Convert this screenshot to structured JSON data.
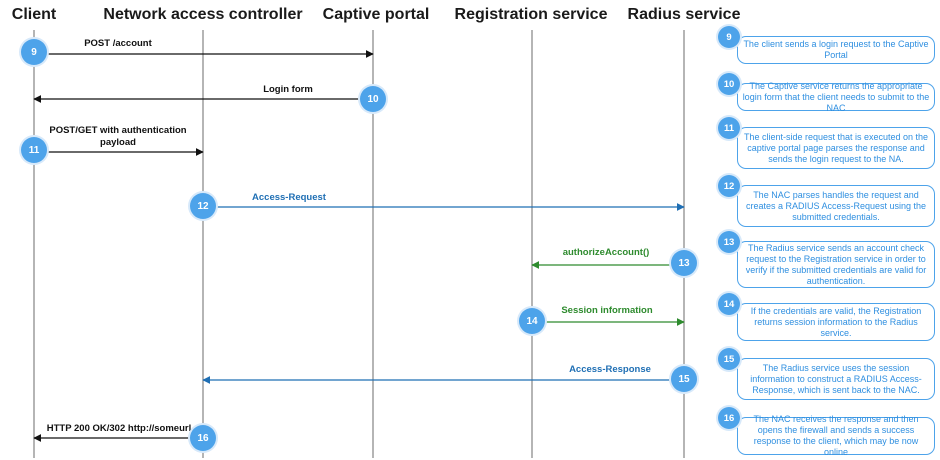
{
  "actors": {
    "client": "Client",
    "nac": "Network access controller",
    "portal": "Captive portal",
    "registration": "Registration service",
    "radius": "Radius service"
  },
  "messages": [
    {
      "step": "9",
      "label": "POST /account",
      "color": "#111111"
    },
    {
      "step": "10",
      "label": "Login form",
      "color": "#111111"
    },
    {
      "step": "11",
      "label": "POST/GET with authentication\npayload",
      "color": "#111111"
    },
    {
      "step": "12",
      "label": "Access-Request",
      "color": "#1f6fb4"
    },
    {
      "step": "13",
      "label": "authorizeAccount()",
      "color": "#2e8b2e"
    },
    {
      "step": "14",
      "label": "Session information",
      "color": "#2e8b2e"
    },
    {
      "step": "15",
      "label": "Access-Response",
      "color": "#1f6fb4"
    },
    {
      "step": "16",
      "label": "HTTP 200 OK/302 http://someurl",
      "color": "#111111"
    }
  ],
  "notes": [
    {
      "step": "9",
      "text": "The client sends a login request to the Captive Portal"
    },
    {
      "step": "10",
      "text": "The Captive service returns the appropriate login form that the client needs to submit to the NAC"
    },
    {
      "step": "11",
      "text": "The client-side request that is executed on the captive portal page parses the response and sends the login request to the NA."
    },
    {
      "step": "12",
      "text": "The NAC parses handles the request and creates a RADIUS Access-Request using the submitted credentials."
    },
    {
      "step": "13",
      "text": "The Radius service sends an account check request to the Registration service in order to verify if the submitted credentials are valid for authentication."
    },
    {
      "step": "14",
      "text": "If the credentials are valid, the Registration returns session information to the Radius service."
    },
    {
      "step": "15",
      "text": "The Radius service uses the session information to construct a RADIUS Access-Response, which is sent back to the NAC."
    },
    {
      "step": "16",
      "text": "The NAC receives the response and then opens the firewall and sends a success response to the client, which may be now online"
    }
  ],
  "colors": {
    "badge": "#4da3ea",
    "note_border": "#4da3ea",
    "note_text": "#2f8fe0",
    "lifeline": "#6b6b6b"
  }
}
